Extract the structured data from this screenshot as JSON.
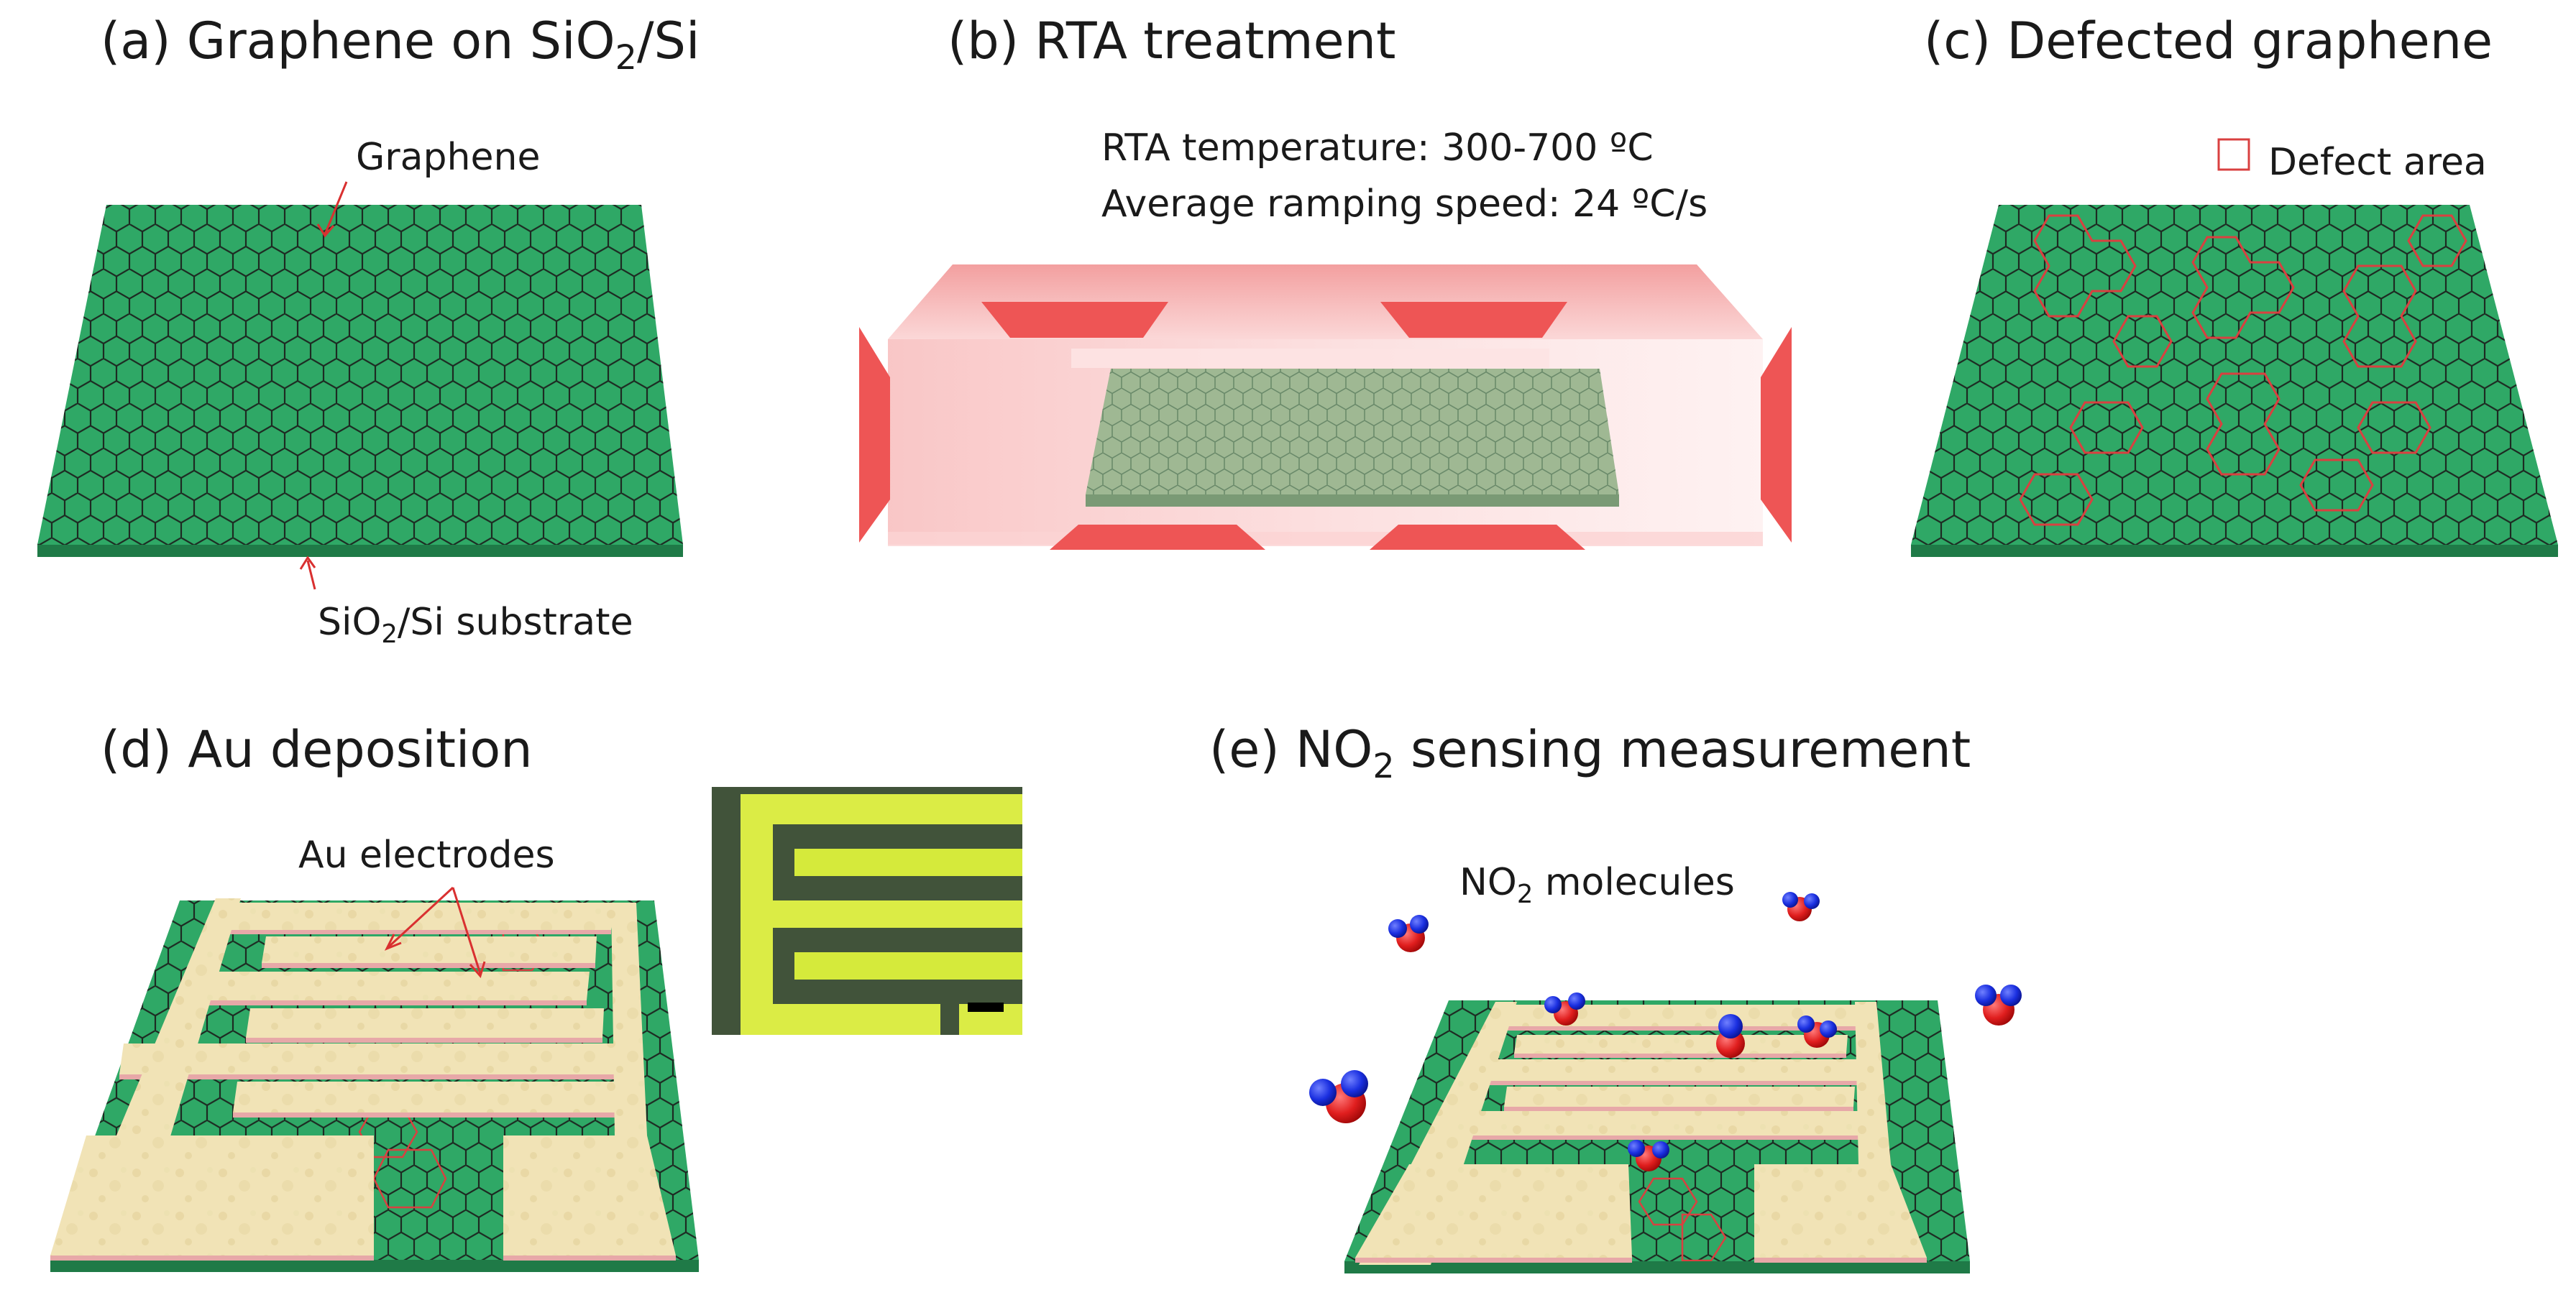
{
  "panels": {
    "a": {
      "title": "(a) Graphene on SiO",
      "title_sub": "2",
      "title_tail": "/Si",
      "graphene_label": "Graphene",
      "substrate_label_pre": "SiO",
      "substrate_label_sub": "2",
      "substrate_label_post": "/Si substrate"
    },
    "b": {
      "title": "(b) RTA treatment",
      "line1": "RTA temperature: 300-700 ºC",
      "line2": "Average ramping speed:  24 ºC/s"
    },
    "c": {
      "title": "(c) Defected graphene",
      "legend_label": "Defect area"
    },
    "d": {
      "title": "(d) Au deposition",
      "electrodes_label": "Au electrodes"
    },
    "e": {
      "title_pre": "(e) NO",
      "title_sub": "2",
      "title_post": " sensing measurement",
      "molecules_pre": "NO",
      "molecules_sub": "2",
      "molecules_post": " molecules"
    }
  },
  "colors": {
    "graphene": "#2fa866",
    "substrate_edge": "#1f7a47",
    "lattice": "#1d2a22",
    "defect": "#d94040",
    "rta_heat": "#f3a0a0",
    "rta_arrow": "#ee5555",
    "gold": "#f0e2b4",
    "gold_edge": "#e7a8a8",
    "molecule_n": "#d42020",
    "molecule_o": "#1a2fd6",
    "inset_bg": "#d5ea3b",
    "inset_dark": "#41533a"
  }
}
